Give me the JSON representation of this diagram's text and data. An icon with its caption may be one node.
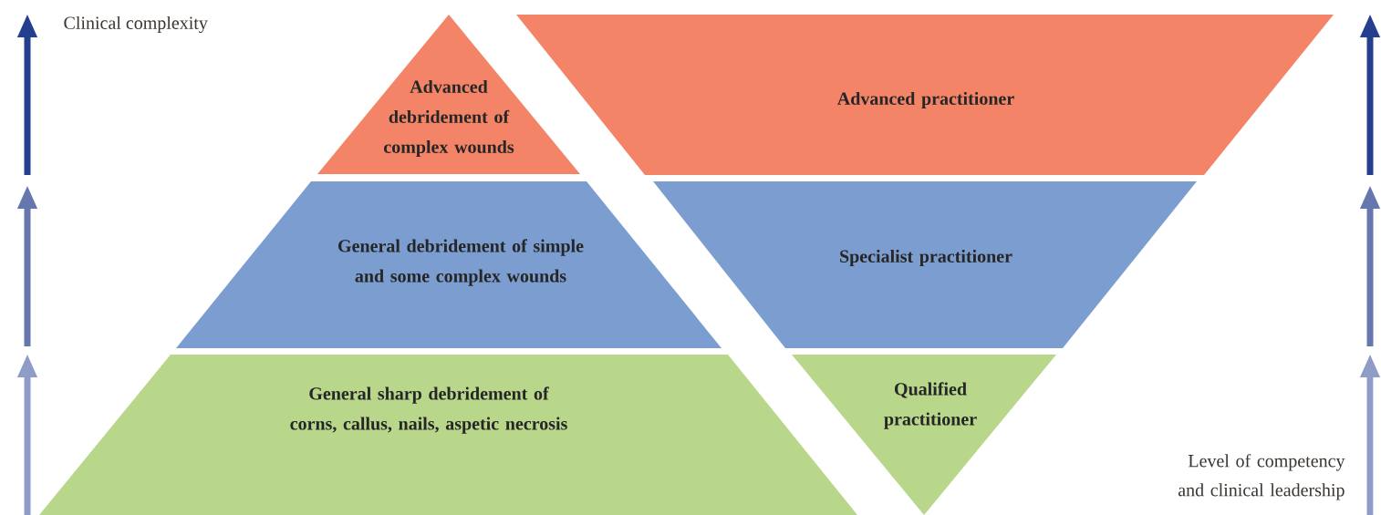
{
  "diagram": {
    "nodes": [
      {
        "text": [
          "Advanced debridement of complex wounds"
        ]
      },
      {
        "text": [
          "General debridement of simple and some complex wounds"
        ]
      },
      {
        "text": [
          "General sharp debridement of corns, callus, nails, aspetic necrosis"
        ]
      },
      {
        "text": [
          "Advanced practitioner"
        ]
      },
      {
        "text": [
          "Specialist practitioner"
        ]
      },
      {
        "text": [
          "Qualified practitioner"
        ]
      }
    ],
    "labels": [
      "Clinical complexity",
      "Level of competency and clinical leadership"
    ]
  }
}
